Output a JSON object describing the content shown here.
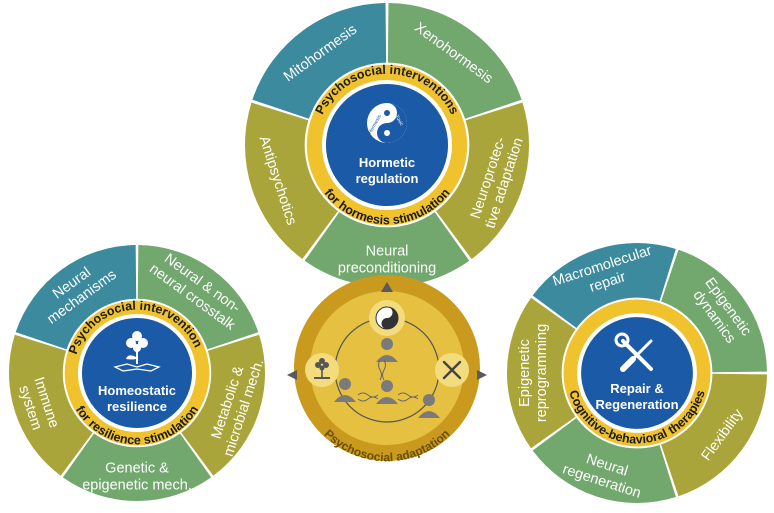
{
  "colors": {
    "teal": "#3c8a9e",
    "green": "#72a86e",
    "olive": "#a9a53a",
    "gold_ring": "#f0c22e",
    "center_blue": "#1b5aa6",
    "center_wheel": "#c99a1e",
    "center_wheel_inner": "#e6c041",
    "center_wheel_ring": "#d9ae2a"
  },
  "top_circle": {
    "center_title_line1": "Hormetic",
    "center_title_line2": "regulation",
    "icon": "yin-yang-icon",
    "icon_text_left": "Hormesis",
    "icon_text_right": "Toxic",
    "ring_top": "Psychosocial interventions",
    "ring_bottom": "for hormesis stimulation",
    "segments": [
      {
        "lines": [
          "Mitohormesis"
        ],
        "color": "teal"
      },
      {
        "lines": [
          "Xenohormesis"
        ],
        "color": "green"
      },
      {
        "lines": [
          "Neuroprotec-",
          "tive adaptation"
        ],
        "color": "olive"
      },
      {
        "lines": [
          "Neural",
          "preconditioning"
        ],
        "color": "green"
      },
      {
        "lines": [
          "Antipsychotics"
        ],
        "color": "olive"
      }
    ]
  },
  "left_circle": {
    "center_title_line1": "Homeostatic",
    "center_title_line2": "resilience",
    "icon": "flower-on-cracked-ground-icon",
    "ring_top": "Psychosocial interventions",
    "ring_bottom": "for resilience stimulation",
    "segments": [
      {
        "lines": [
          "Neural",
          "mechanisms"
        ],
        "color": "teal"
      },
      {
        "lines": [
          "Neural & non-",
          "neural crosstalk"
        ],
        "color": "green"
      },
      {
        "lines": [
          "Metabolic &",
          "microbial mech."
        ],
        "color": "olive"
      },
      {
        "lines": [
          "Genetic &",
          "epigenetic mech."
        ],
        "color": "green"
      },
      {
        "lines": [
          "Immune",
          "system"
        ],
        "color": "olive"
      }
    ]
  },
  "right_circle": {
    "center_title_line1": "Repair &",
    "center_title_line2": "Regeneration",
    "icon": "wrench-screwdriver-icon",
    "ring_label": "Cognitive-behavioral therapies",
    "segments": [
      {
        "lines": [
          "Macromolecular",
          "repair"
        ],
        "color": "teal"
      },
      {
        "lines": [
          "Epigenetic",
          "dynamics"
        ],
        "color": "green"
      },
      {
        "lines": [
          "Flexibility"
        ],
        "color": "olive"
      },
      {
        "lines": [
          "Neural",
          "regeneration"
        ],
        "color": "green"
      },
      {
        "lines": [
          "Epigenetic",
          "reprogramming"
        ],
        "color": "olive"
      }
    ]
  },
  "center_wheel": {
    "label": "Psychosocial adaptation",
    "icons": [
      "yin-yang-icon",
      "flower-icon",
      "tools-icon",
      "people-icon",
      "dna-icon"
    ]
  }
}
